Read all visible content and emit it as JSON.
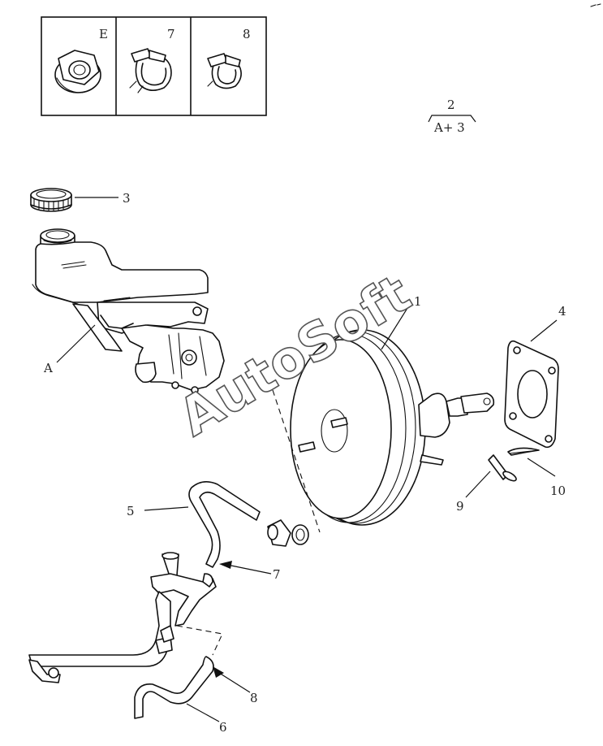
{
  "legend": {
    "cells": [
      {
        "id": "E",
        "icon": "hex-flange-nut-icon"
      },
      {
        "id": "7",
        "icon": "hose-clamp-icon"
      },
      {
        "id": "8",
        "icon": "hose-clamp-icon"
      }
    ]
  },
  "note": {
    "top": "2",
    "bottom": "A+ 3"
  },
  "callouts": {
    "c1": "1",
    "c3": "3",
    "c4": "4",
    "c5": "5",
    "c6": "6",
    "c7": "7",
    "c8": "8",
    "c9": "9",
    "c10": "10",
    "cA": "A"
  },
  "watermark": "AutoSoft",
  "colors": {
    "line": "#111111",
    "background": "#ffffff",
    "watermark_outline": "#555555"
  }
}
